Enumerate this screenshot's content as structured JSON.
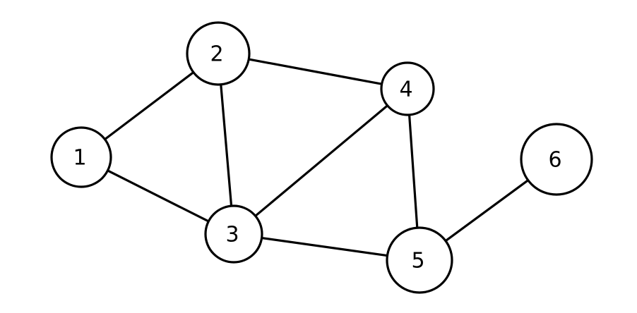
{
  "graph": {
    "nodes": [
      {
        "id": "1",
        "label": "1"
      },
      {
        "id": "2",
        "label": "2"
      },
      {
        "id": "3",
        "label": "3"
      },
      {
        "id": "4",
        "label": "4"
      },
      {
        "id": "5",
        "label": "5"
      },
      {
        "id": "6",
        "label": "6"
      }
    ],
    "edges": [
      {
        "from": "1",
        "to": "2"
      },
      {
        "from": "1",
        "to": "3"
      },
      {
        "from": "2",
        "to": "3"
      },
      {
        "from": "2",
        "to": "4"
      },
      {
        "from": "3",
        "to": "4"
      },
      {
        "from": "3",
        "to": "5"
      },
      {
        "from": "4",
        "to": "5"
      },
      {
        "from": "5",
        "to": "6"
      }
    ],
    "colors": {
      "stroke": "#000000",
      "fill": "#ffffff",
      "text": "#000000"
    }
  }
}
